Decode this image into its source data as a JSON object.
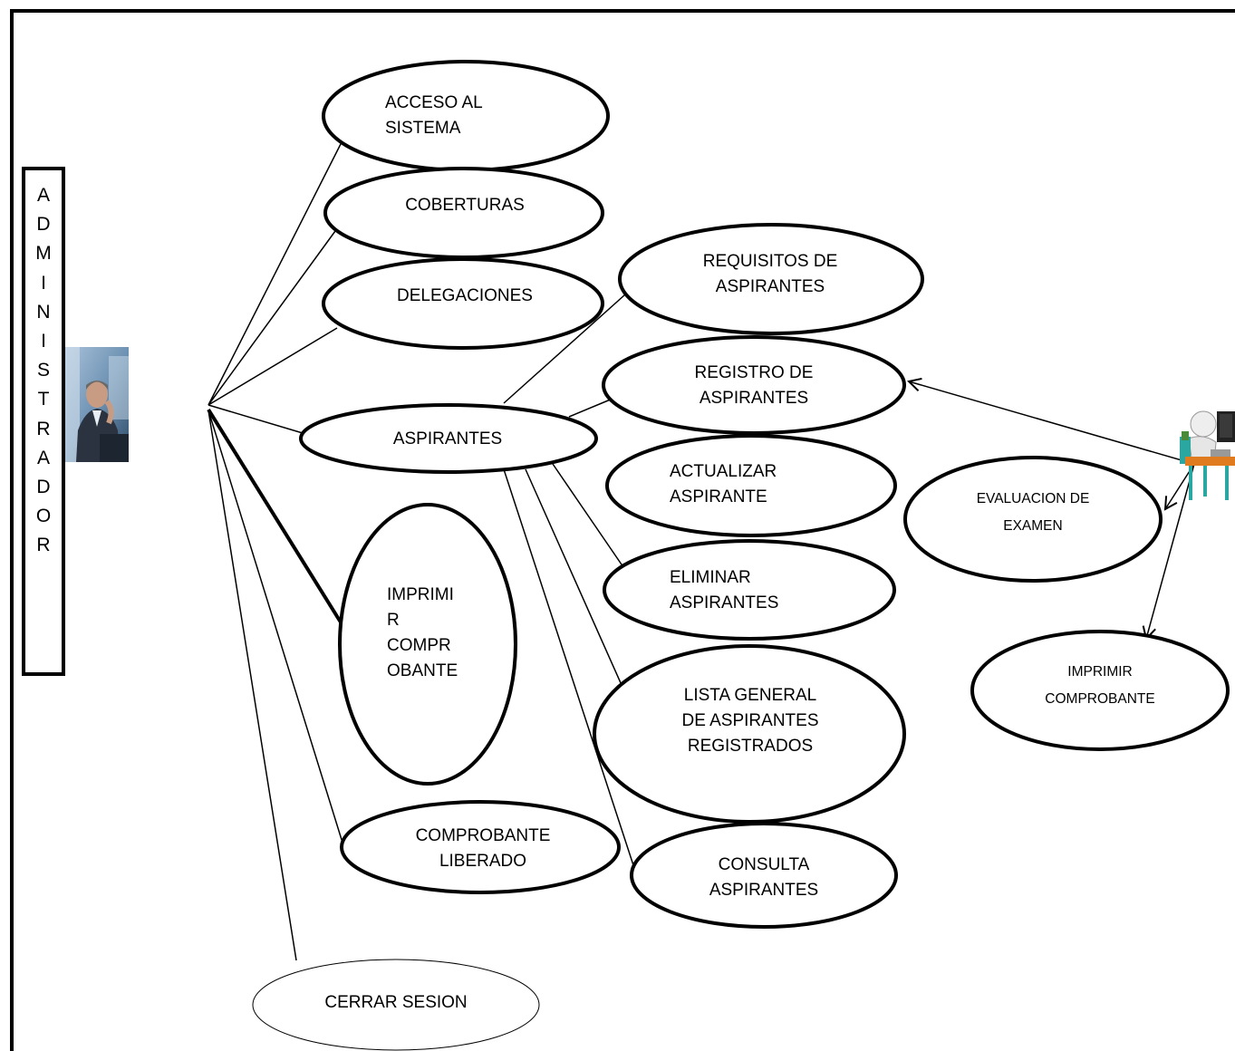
{
  "actors": {
    "admin_letters": [
      "A",
      "D",
      "M",
      "I",
      "N",
      "I",
      "S",
      "T",
      "R",
      "A",
      "D",
      "O",
      "R"
    ]
  },
  "use_cases": {
    "acceso_al_sistema": "ACCESO          AL\nSISTEMA",
    "coberturas": "COBERTURAS",
    "delegaciones": "DELEGACIONES",
    "aspirantes": "ASPIRANTES",
    "imprimir_comprobante_admin": "IMPRIMI\nR\nCOMPR\nOBANTE",
    "comprobante_liberado": "COMPROBANTE\nLIBERADO",
    "cerrar_sesion": "CERRAR SESION",
    "requisitos_de_aspirantes": "REQUISITOS DE\nASPIRANTES",
    "registro_de_aspirantes": "REGISTRO DE\nASPIRANTES",
    "actualizar_aspirante": "ACTUALIZAR\nASPIRANTE",
    "eliminar_aspirantes": "ELIMINAR\nASPIRANTES",
    "lista_general": "LISTA GENERAL\nDE ASPIRANTES\nREGISTRADOS",
    "consulta_aspirantes": "CONSULTA\nASPIRANTES",
    "evaluacion_de_examen": "EVALUACION  DE\nEXAMEN",
    "imprimir_comprobante_user": "IMPRIMIR\nCOMPROBANTE"
  },
  "colors": {
    "line": "#000000",
    "photo_bg": "#6f93b4",
    "desk": "#e07b1f",
    "chair": "#2aa7a0"
  }
}
